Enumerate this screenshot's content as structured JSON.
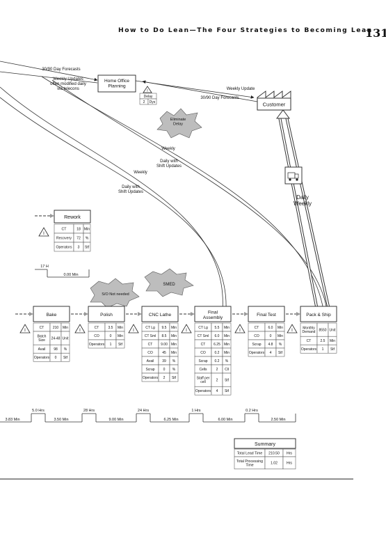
{
  "page": {
    "header": "How to Do Lean—The Four Strategies to Becoming Lean",
    "page_number": "131"
  },
  "info_labels": {
    "forecasts_top": "30/90 Day Forecasts",
    "weekly_updates_left": "Weekly Updates\noften modified daily\nvia telecons",
    "weekly_update_right": "Weekly Update",
    "forecasts_right": "30/90 Day Forecasts",
    "weekly_a": "Weekly",
    "daily_shift_a": "Daily with\nShift Updates",
    "weekly_b": "Weekly",
    "daily_shift_b": "Daily with\nShift Updates",
    "truck_label": "Daily\nWeekly"
  },
  "entities": {
    "home_office": "Home Office\nPlanning",
    "customer": "Customer",
    "delay_title": "Delay",
    "delay_value": "2",
    "delay_unit": "Dys"
  },
  "kaizen": {
    "eliminate_delay": "Eliminate\nDelay",
    "smed": "SMED",
    "so_not_needed": "S/O Not needed"
  },
  "rework": {
    "title": "Rework",
    "rows": [
      [
        "CT",
        "18",
        "Min"
      ],
      [
        "Recovery",
        "72",
        "%"
      ],
      [
        "Operators",
        "3",
        "Stf"
      ]
    ]
  },
  "mini_timeline": {
    "top": "17 H",
    "bottom": "0.00 Min"
  },
  "processes": [
    {
      "name": "Bake",
      "rows": [
        [
          "CT",
          "210",
          "Min"
        ],
        [
          "Batch\nSize",
          "24-48",
          "Unit"
        ],
        [
          "Avail",
          "98",
          "%"
        ],
        [
          "Operators",
          "0",
          "Stf"
        ]
      ]
    },
    {
      "name": "Polish",
      "rows": [
        [
          "CT",
          "3.5",
          "Min"
        ],
        [
          "CO",
          "0",
          "Min"
        ],
        [
          "Operators",
          "1",
          "Stf"
        ]
      ]
    },
    {
      "name": "CNC Lathe",
      "rows": [
        [
          "CT Lg",
          "9.5",
          "Min"
        ],
        [
          "CT Sml",
          "8.5",
          "Min"
        ],
        [
          "CT",
          "9.00",
          "Min"
        ],
        [
          "CO",
          "45",
          "Min"
        ],
        [
          "Avail",
          "39",
          "%"
        ],
        [
          "Scrap",
          "0",
          "%"
        ],
        [
          "Operators",
          "2",
          "Stf"
        ]
      ]
    },
    {
      "name": "Final\nAssembly",
      "rows": [
        [
          "CT Lg",
          "5.5",
          "Min"
        ],
        [
          "CT Sml",
          "6.0",
          "Min"
        ],
        [
          "CT",
          "6.25",
          "Min"
        ],
        [
          "CO",
          "0.2",
          "Min"
        ],
        [
          "Scrap",
          "0.2",
          "%"
        ],
        [
          "Cells",
          "2",
          "Cll"
        ],
        [
          "Staff per\ncell",
          "2",
          "Stf"
        ],
        [
          "Operators",
          "4",
          "Stf"
        ]
      ]
    },
    {
      "name": "Final Test",
      "rows": [
        [
          "CT",
          "6.0",
          "Min"
        ],
        [
          "CO",
          "0",
          "Min"
        ],
        [
          "Scrap",
          "4.8",
          "%"
        ],
        [
          "Operators",
          "4",
          "Stf"
        ]
      ]
    },
    {
      "name": "Pack & Ship",
      "rows": [
        [
          "Monthly\nDemand",
          "8550",
          "Unit"
        ],
        [
          "CT",
          "2.5",
          "Min"
        ],
        [
          "Operators",
          "1",
          "Stf"
        ]
      ]
    }
  ],
  "timeline": {
    "upper": [
      "5.0 Hrs",
      "28 Hrs",
      "24 Hrs",
      "1 Hrs",
      "0.2 Hrs"
    ],
    "lower": [
      "3.83 Min",
      "3.50 Min",
      "9.00 Min",
      "6.25 Min",
      "6.00 Min",
      "2.50 Min"
    ]
  },
  "summary": {
    "title": "Summary",
    "rows": [
      [
        "Total Lead Time",
        "210.50",
        "Hrs"
      ],
      [
        "Total Processing\nTime",
        "1.02",
        "Hrs"
      ]
    ]
  }
}
